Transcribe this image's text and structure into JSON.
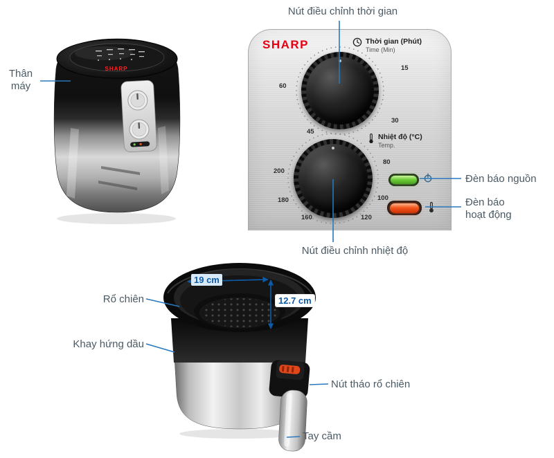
{
  "brand": "SHARP",
  "callouts": {
    "time_knob": "Nút điều chỉnh thời gian",
    "body": "Thân máy",
    "power_light": "Đèn báo nguồn",
    "operation_light": "Đèn báo hoạt động",
    "temp_knob": "Nút điều chỉnh nhiệt độ",
    "basket": "Rổ chiên",
    "oil_tray": "Khay hứng dầu",
    "basket_release": "Nút tháo rổ chiên",
    "handle": "Tay cầm"
  },
  "dimensions": {
    "diameter": "19 cm",
    "depth": "12.7 cm"
  },
  "panel": {
    "brand": "SHARP",
    "time": {
      "title": "Thời gian (Phút)",
      "subtitle": "Time (Min)",
      "ticks": [
        "15",
        "30",
        "45",
        "60"
      ]
    },
    "temp": {
      "title": "Nhiệt độ (°C)",
      "subtitle": "Temp.",
      "ticks": [
        "80",
        "100",
        "120",
        "160",
        "180",
        "200"
      ]
    },
    "icons": {
      "time": "clock-icon",
      "temp": "thermometer-icon",
      "power": "power-icon",
      "operation": "thermometer-icon"
    }
  },
  "colors": {
    "leader_blue": "#2878be",
    "dimension_blue": "#0d5ba8",
    "brand_red": "#e60012",
    "power_green": "#6fce3b",
    "operation_orange": "#f4571f",
    "label_gray": "#4a5a64"
  }
}
